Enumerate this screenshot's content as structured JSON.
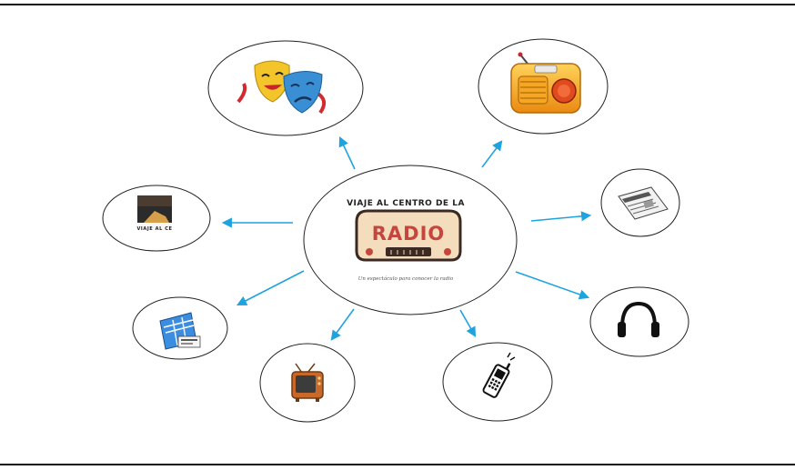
{
  "center": {
    "title": "VIAJE AL CENTRO DE LA",
    "logo_word": "RADIO",
    "tagline": "Un espectáculo para conocer la radio"
  },
  "nodes": [
    {
      "id": "theater",
      "icon": "theater-masks-icon"
    },
    {
      "id": "radio",
      "icon": "retro-radio-icon"
    },
    {
      "id": "newspaper",
      "icon": "newspaper-icon"
    },
    {
      "id": "headphones",
      "icon": "headphones-icon"
    },
    {
      "id": "mobile",
      "icon": "mobile-phone-icon"
    },
    {
      "id": "tv",
      "icon": "television-icon"
    },
    {
      "id": "internet",
      "icon": "internet-collage-icon"
    },
    {
      "id": "video",
      "icon": "video-thumbnail-icon",
      "caption": "VIAJE AL CE"
    }
  ],
  "colors": {
    "arrow": "#1fa3df",
    "rule": "#111111",
    "radio_red": "#c6453d",
    "radio_cream": "#f3ddbd"
  }
}
